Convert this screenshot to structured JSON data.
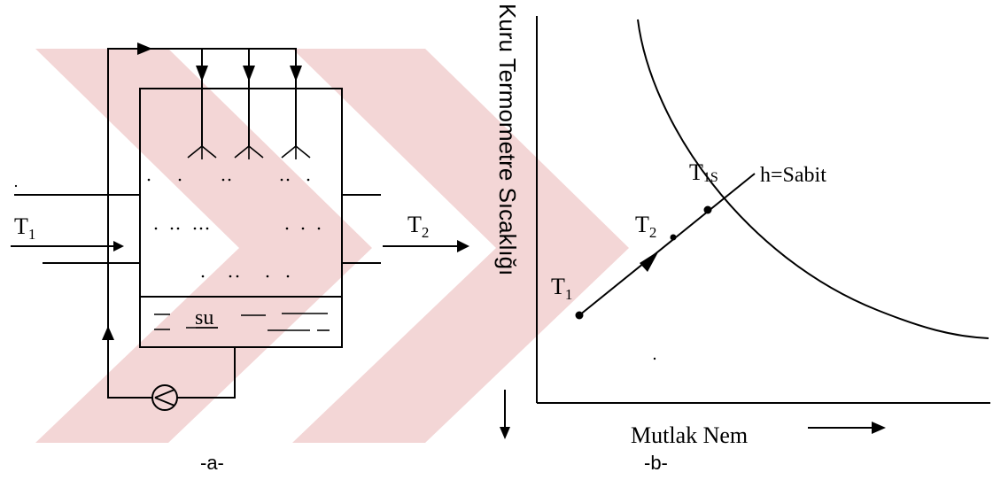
{
  "watermark": {
    "color": "#f3d6d6"
  },
  "diagram_a": {
    "inlet_label": "T",
    "inlet_sub": "1",
    "outlet_label": "T",
    "outlet_sub": "2",
    "water_label": "su",
    "caption": "-a-"
  },
  "diagram_b": {
    "y_axis_label": "Kuru Termometre Sıcaklığı",
    "x_axis_label": "Mutlak Nem",
    "point_t1": {
      "label": "T",
      "sub": "1"
    },
    "point_t2": {
      "label": "T",
      "sub": "2"
    },
    "point_t1s": {
      "label": "T",
      "sub": "1S"
    },
    "enthalpy_label": "h=Sabit",
    "caption": "-b-"
  }
}
